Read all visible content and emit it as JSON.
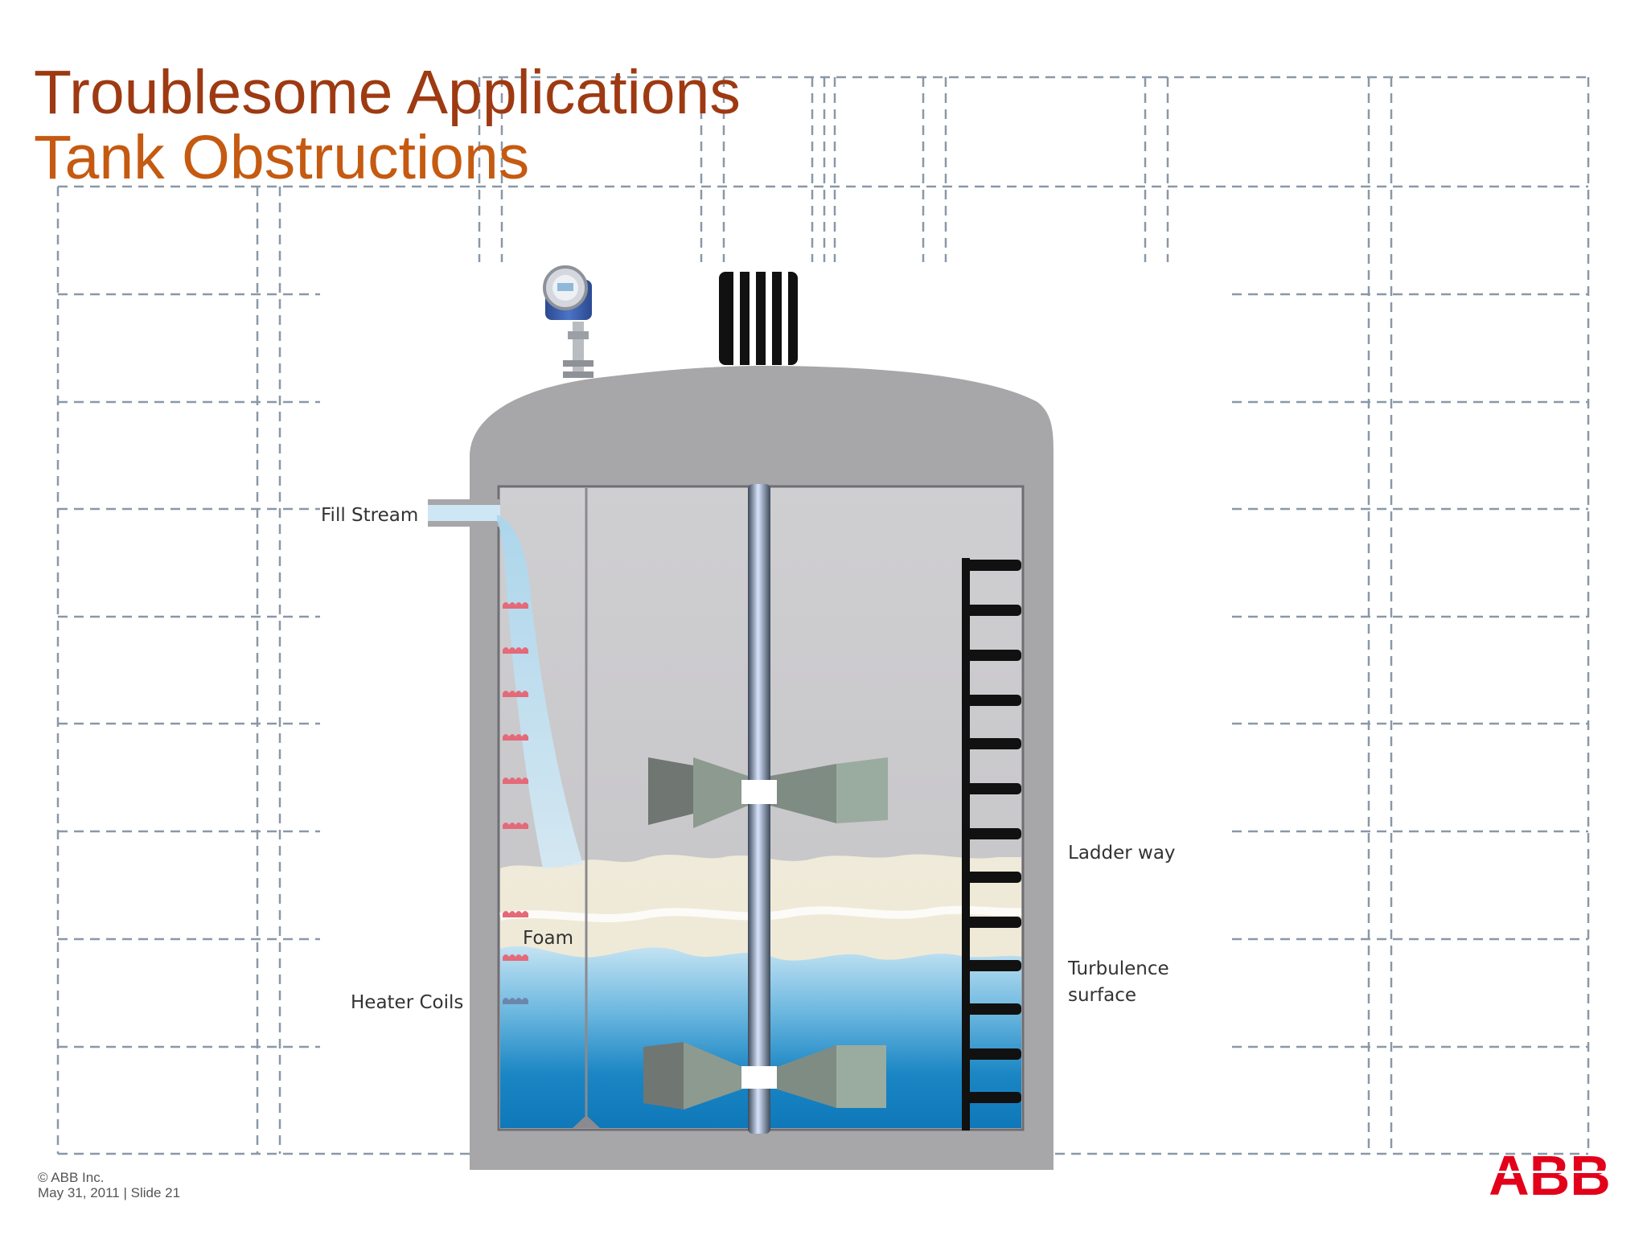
{
  "slide": {
    "title_line1": "Troublesome Applications",
    "title_line2": "Tank Obstructions",
    "footer_copyright": "© ABB Inc.",
    "footer_date_slide": "May 31, 2011 | Slide 21",
    "logo_text": "ABB"
  },
  "diagram": {
    "labels": {
      "fill_stream": "Fill Stream",
      "foam": "Foam",
      "heater_coils": "Heater Coils",
      "ladder_way": "Ladder way",
      "turbulence_line1": "Turbulence",
      "turbulence_line2": "surface"
    }
  },
  "colors": {
    "title_line1": "#9e3a12",
    "title_line2": "#c55a11",
    "abb_red": "#e2001a",
    "tank_grey": "#a7a6a9",
    "tank_inner": "#c9c8cb",
    "liquid_top": "#b8dcef",
    "liquid_bottom": "#0e78b9",
    "foam": "#f1ecd9",
    "grid_line": "#8a98a8",
    "heater_coil": "#e46a7a"
  },
  "icons": {
    "level_transmitter": "level-transmitter-icon",
    "vent": "vent-icon",
    "logo": "abb-logo"
  }
}
